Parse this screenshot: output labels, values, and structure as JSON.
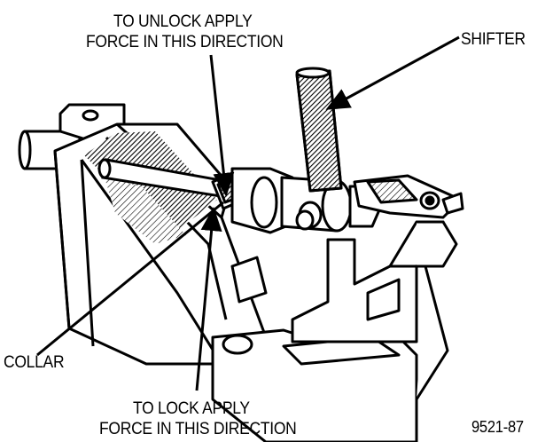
{
  "callouts": {
    "unlock_line1": "TO UNLOCK APPLY",
    "unlock_line2": "FORCE IN THIS DIRECTION",
    "shifter": "SHIFTER",
    "collar": "COLLAR",
    "lock_line1": "TO LOCK APPLY",
    "lock_line2": "FORCE IN THIS DIRECTION"
  },
  "figure_id": "9521-87",
  "colors": {
    "ink": "#000000",
    "paper": "#ffffff"
  }
}
